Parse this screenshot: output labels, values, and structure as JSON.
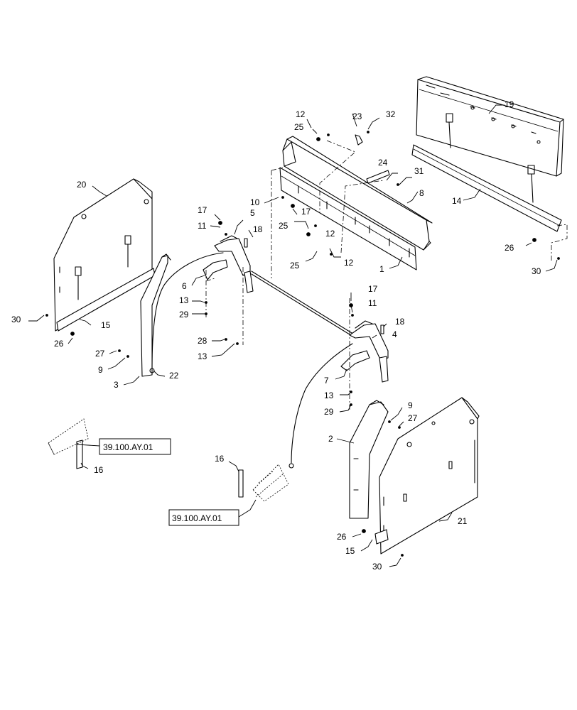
{
  "callouts": {
    "c1": "1",
    "c2": "2",
    "c3": "3",
    "c4": "4",
    "c5": "5",
    "c6": "6",
    "c7": "7",
    "c8": "8",
    "c9a": "9",
    "c9b": "9",
    "c10": "10",
    "c11a": "11",
    "c11b": "11",
    "c12a": "12",
    "c12b": "12",
    "c12c": "12",
    "c13a": "13",
    "c13b": "13",
    "c13c": "13",
    "c14": "14",
    "c15a": "15",
    "c15b": "15",
    "c16a": "16",
    "c16b": "16",
    "c17a": "17",
    "c17b": "17",
    "c17c": "17",
    "c18a": "18",
    "c18b": "18",
    "c19": "19",
    "c20": "20",
    "c21": "21",
    "c22": "22",
    "c23": "23",
    "c24": "24",
    "c25a": "25",
    "c25b": "25",
    "c25c": "25",
    "c26a": "26",
    "c26b": "26",
    "c26c": "26",
    "c27a": "27",
    "c27b": "27",
    "c28": "28",
    "c29a": "29",
    "c29b": "29",
    "c30a": "30",
    "c30b": "30",
    "c30c": "30",
    "c31": "31",
    "c32": "32"
  },
  "references": {
    "ref_left": "39.100.AY.01",
    "ref_center": "39.100.AY.01"
  }
}
